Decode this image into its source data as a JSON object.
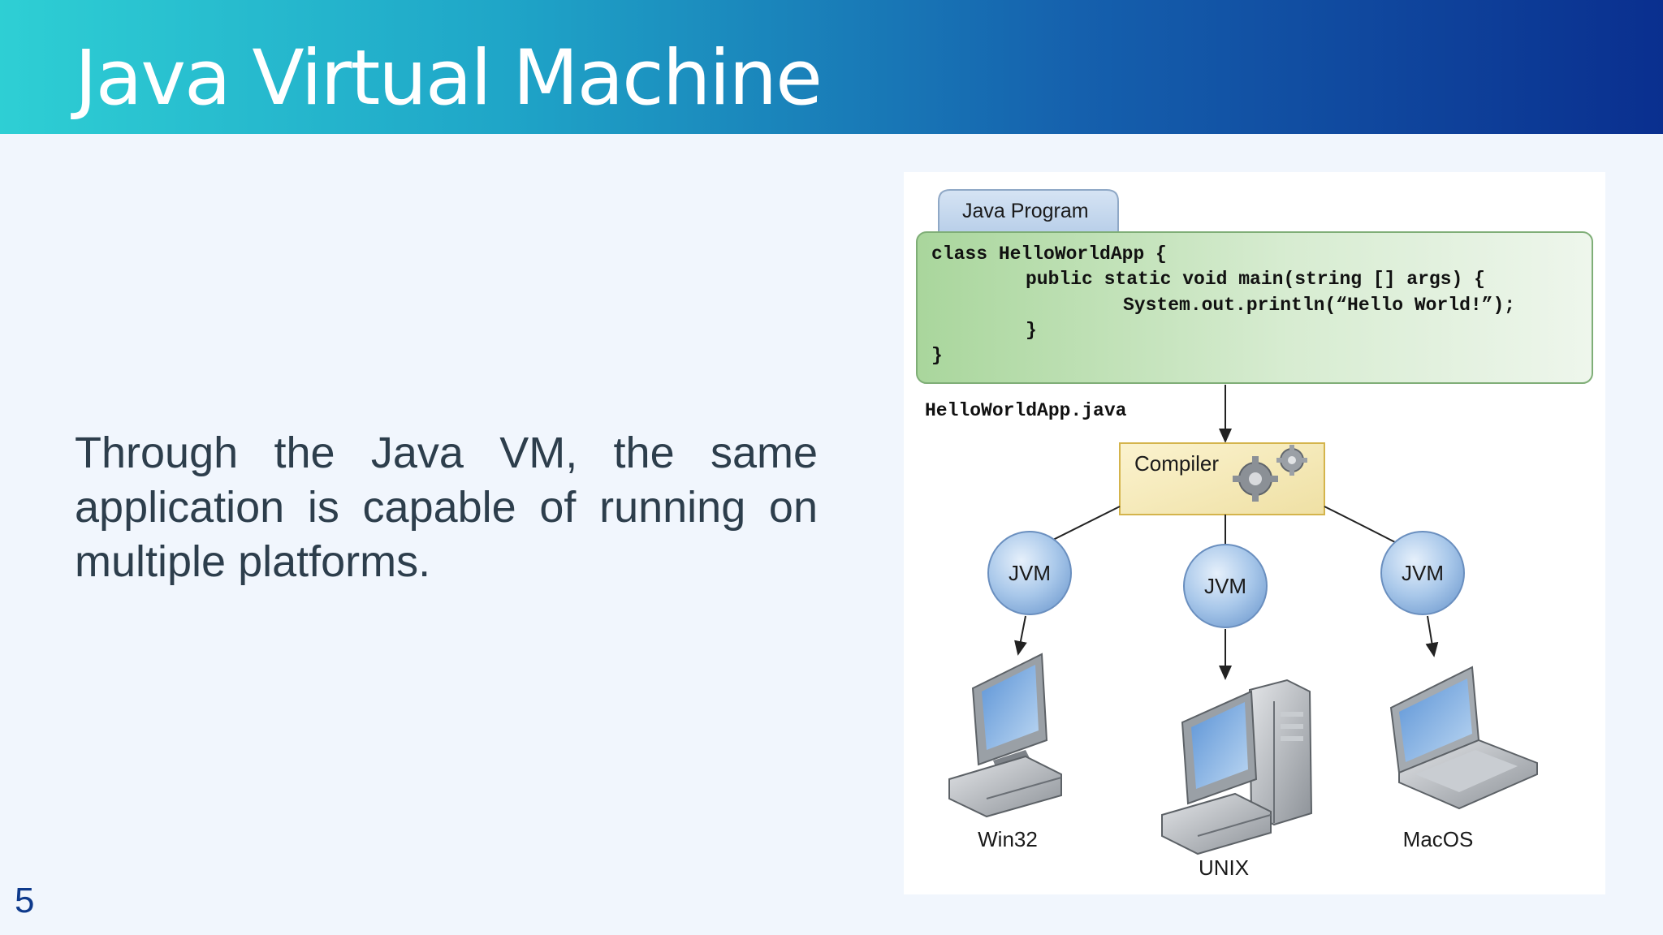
{
  "slide": {
    "title": "Java Virtual Machine",
    "body": "Through the Java VM, the same application is capable of running on multiple platforms.",
    "page_number": "5"
  },
  "diagram": {
    "tab_label": "Java Program",
    "code": {
      "line1": "class HelloWorldApp {",
      "line2": "public static void main(string [] args) {",
      "line3": "System.out.println(“Hello World!”);",
      "line4": "}",
      "line5": "}"
    },
    "filename": "HelloWorldApp.java",
    "compiler_label": "Compiler",
    "jvm_left": "JVM",
    "jvm_center": "JVM",
    "jvm_right": "JVM",
    "platform_left": "Win32",
    "platform_center": "UNIX",
    "platform_right": "MacOS"
  },
  "colors": {
    "header_start": "#2ecfd4",
    "header_end": "#0a2f8f",
    "code_box": "#cfe8c8",
    "compiler_box": "#f7eec4",
    "jvm_circle": "#a9c8ea"
  },
  "icons": {
    "compiler": "gears-icon",
    "win32": "desktop-computer-icon",
    "unix": "workstation-tower-icon",
    "macos": "laptop-icon"
  }
}
